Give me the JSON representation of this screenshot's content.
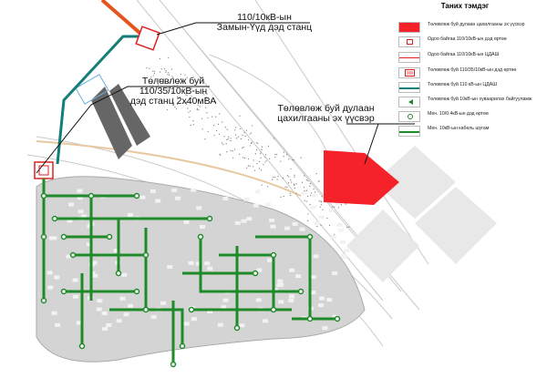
{
  "labels": {
    "substation_existing": [
      "110/10кВ-ын",
      "Замын-Үүд дэд станц"
    ],
    "substation_planned": [
      "Төлөвлөж буй",
      "110/35/10кВ-ын",
      "дэд станц 2х40мВА"
    ],
    "heat_plant": [
      "Төлөвлөж буй дулаан",
      "цахилгааны эх үүсвэр"
    ]
  },
  "legend": {
    "title": "Таних тэмдэг",
    "items": [
      {
        "label": "Төлөвлөж буй дулаан цахилгааны эх үүсвэр",
        "icon": "red-fill"
      },
      {
        "label": "Одоо байгаа 110/10кВ-ын дэд өртөө",
        "icon": "red-square"
      },
      {
        "label": "Одоо байгаа 110/10кВ-ын ЦДАШ",
        "icon": "red-line"
      },
      {
        "label": "Төлөвлөж буй 110/35/10кВ-ын дэд өртөө",
        "icon": "double-red-square"
      },
      {
        "label": "Төлөвлөж буй 110 кВ-ын ЦДАШ",
        "icon": "teal-line"
      },
      {
        "label": "Төлөвлөж буй 10кВ-ын хуваарилах байгууламж",
        "icon": "green-triangle"
      },
      {
        "label": "Мен. 10/0.4кВ-ын дэд өртөө",
        "icon": "green-circle"
      },
      {
        "label": "Мен. 10кВ-ын кабель шугам",
        "icon": "green-line"
      }
    ]
  },
  "colors": {
    "red": "#f5222a",
    "teal": "#137d78",
    "green": "#1e8a2a",
    "orange": "#e4541b"
  }
}
